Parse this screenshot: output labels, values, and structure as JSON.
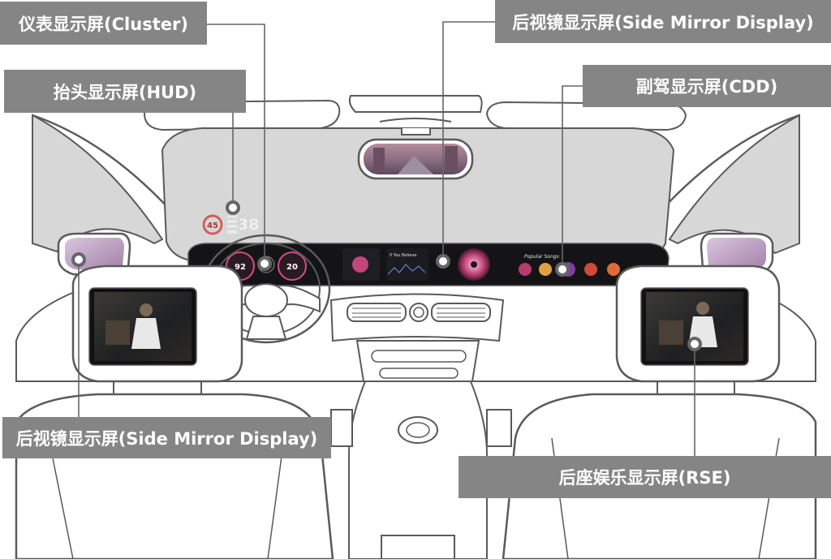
{
  "labels": {
    "cluster": "仪表显示屏(Cluster)",
    "hud": "抬头显示屏(HUD)",
    "rear_mirror_top": "后视镜显示屏(Side Mirror Display)",
    "cdd": "副驾显示屏(CDD)",
    "rear_mirror_bottom": "后视镜显示屏(Side Mirror Display)",
    "rse": "后座娱乐显示屏(RSE)"
  },
  "screens": {
    "hud_speed_limit": "45",
    "hud_speed": "38",
    "cluster_left_value": "92",
    "cluster_right_value": "20",
    "cdd_heading": "Popular Songs",
    "center_track": "If You Believe"
  },
  "colors": {
    "label_bg": "#858585",
    "outline": "#5a5a5a",
    "windshield": "#d7d7d7",
    "dashboard_screen": "#141416",
    "accent_pink": "#d84a8c",
    "accent_red": "#c83a3a"
  }
}
